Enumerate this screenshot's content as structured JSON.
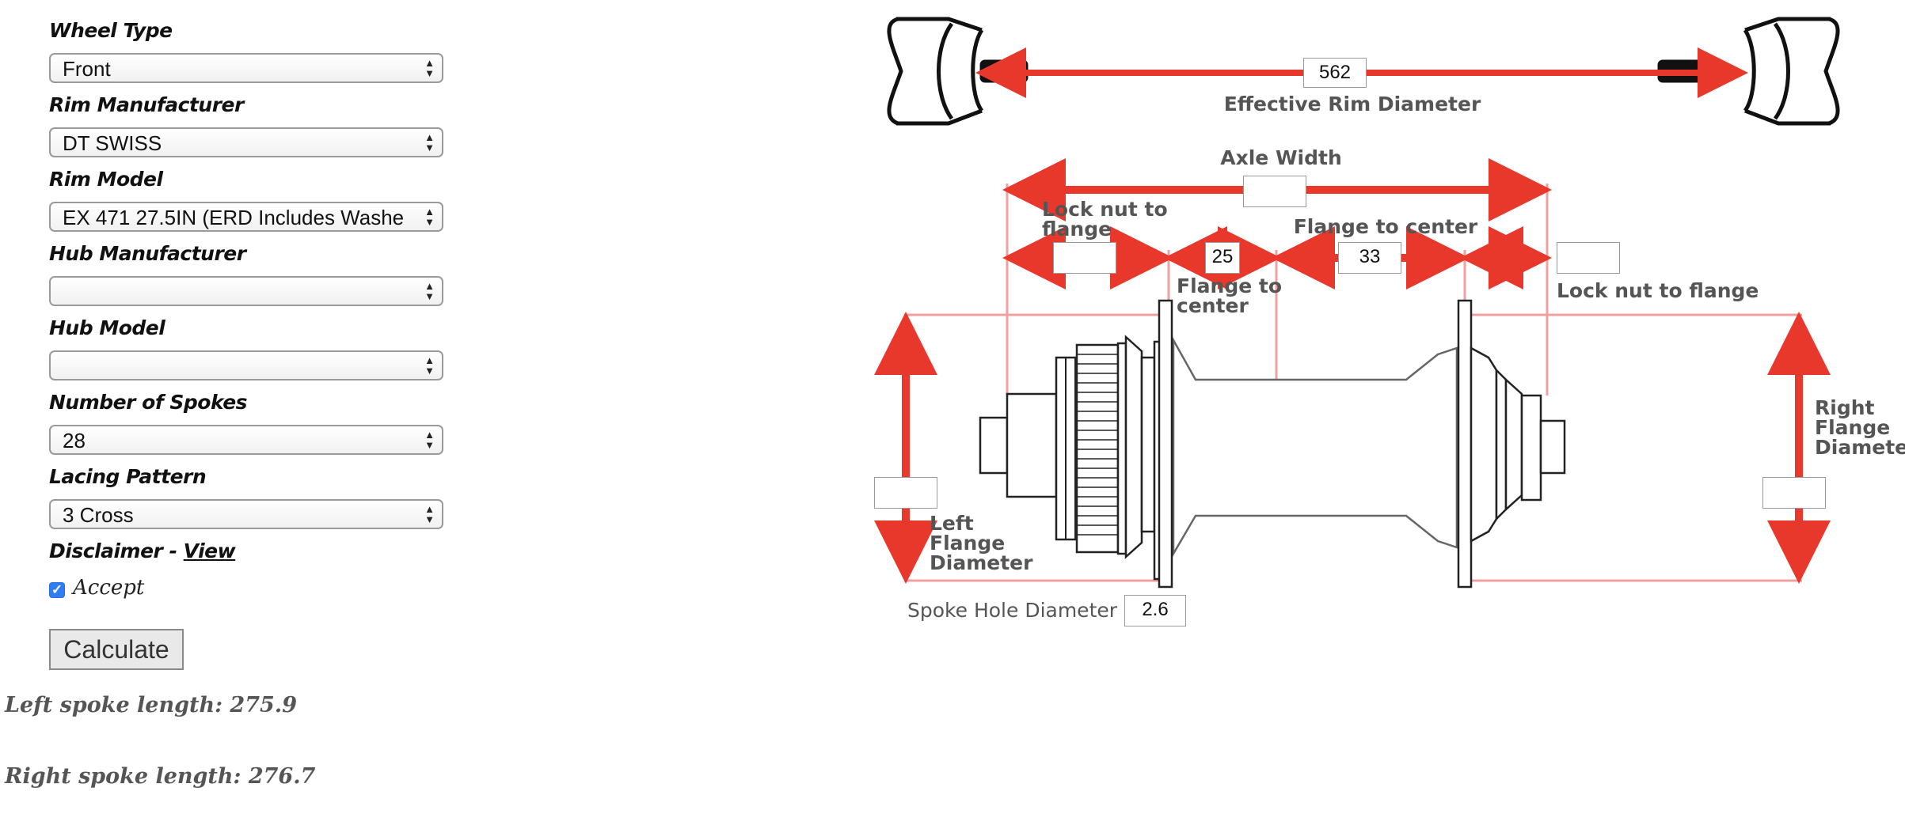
{
  "form": {
    "wheel_type_label": "Wheel Type",
    "wheel_type_value": "Front",
    "rim_manufacturer_label": "Rim Manufacturer",
    "rim_manufacturer_value": "DT SWISS",
    "rim_model_label": "Rim Model",
    "rim_model_value": "EX 471 27.5IN (ERD Includes Washe",
    "hub_manufacturer_label": "Hub Manufacturer",
    "hub_manufacturer_value": "",
    "hub_model_label": "Hub Model",
    "hub_model_value": "",
    "spokes_label": "Number of Spokes",
    "spokes_value": "28",
    "lacing_label": "Lacing Pattern",
    "lacing_value": "3 Cross",
    "disclaimer_label": "Disclaimer - ",
    "disclaimer_link": "View",
    "accept_label": "Accept",
    "accept_checked": true,
    "calculate_label": "Calculate"
  },
  "results": {
    "left": "Left spoke length: 275.9",
    "right": "Right spoke length: 276.7"
  },
  "diagram": {
    "erd_value": "562",
    "erd_label": "Effective Rim Diameter",
    "axle_width_label": "Axle Width",
    "axle_width_value": "",
    "left_locknut_label_1": "Lock nut to",
    "left_locknut_label_2": "flange",
    "left_locknut_value": "",
    "left_flange_center_value": "25",
    "left_flange_center_label_1": "Flange to",
    "left_flange_center_label_2": "center",
    "right_flange_center_label": "Flange to center",
    "right_flange_center_value": "33",
    "right_locknut_value": "",
    "right_locknut_label": "Lock nut to flange",
    "left_flange_diameter_value": "",
    "left_flange_label_1": "Left",
    "left_flange_label_2": "Flange",
    "left_flange_label_3": "Diameter",
    "right_flange_diameter_value": "",
    "right_flange_label_1": "Right",
    "right_flange_label_2": "Flange",
    "right_flange_label_3": "Diameter",
    "spoke_hole_label": "Spoke Hole Diameter",
    "spoke_hole_value": "2.6"
  },
  "colors": {
    "accent_red": "#e8382c",
    "guide_pink": "#f1a0a0",
    "checkbox_blue": "#2f7df6"
  }
}
